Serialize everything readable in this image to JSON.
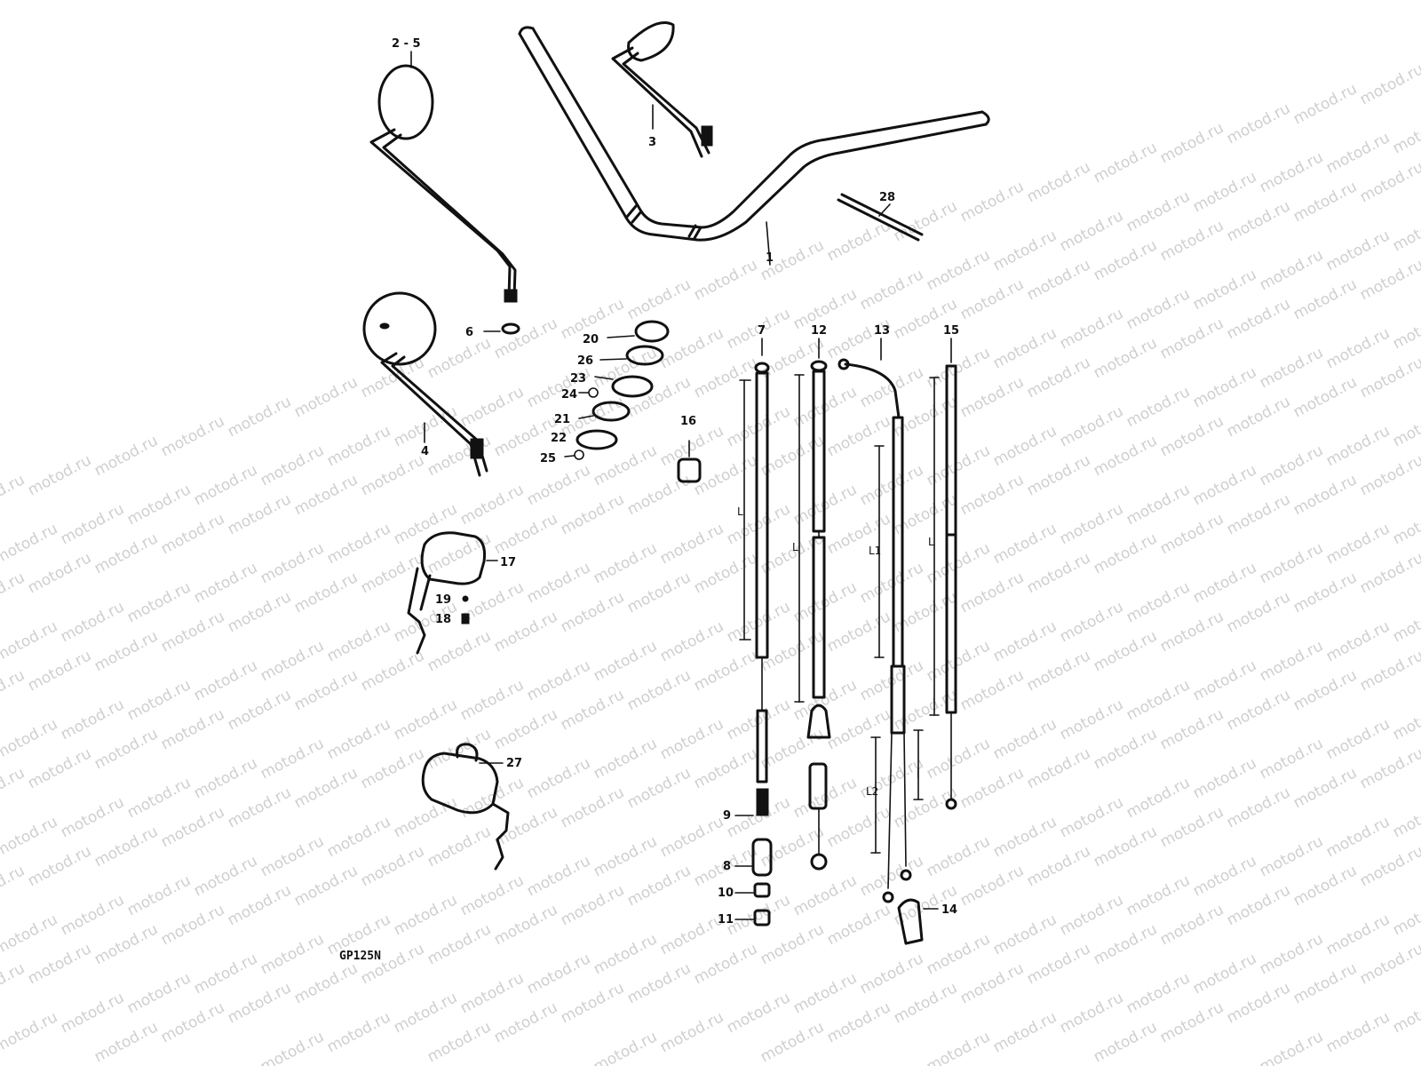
{
  "watermark": "motod.ru",
  "model_code": "GP125N",
  "callouts": {
    "mirror_left": "2 - 5",
    "mirror_right": "3",
    "mirror_lower": "4",
    "handlebar": "1",
    "strip": "28",
    "washer": "6",
    "p20": "20",
    "p26": "26",
    "p23": "23",
    "p24": "24",
    "p21": "21",
    "p22": "22",
    "p25": "25",
    "clamp": "16",
    "switch_lock": "17",
    "p19": "19",
    "p18": "18",
    "steering_lock": "27",
    "cable_a": "7",
    "cable_b": "12",
    "cable_c": "13",
    "cable_d": "15",
    "p9": "9",
    "p8": "8",
    "p10": "10",
    "p11": "11",
    "p14": "14"
  },
  "dims": {
    "L": "L",
    "L1": "L1",
    "L2": "L2",
    "l": "l"
  }
}
